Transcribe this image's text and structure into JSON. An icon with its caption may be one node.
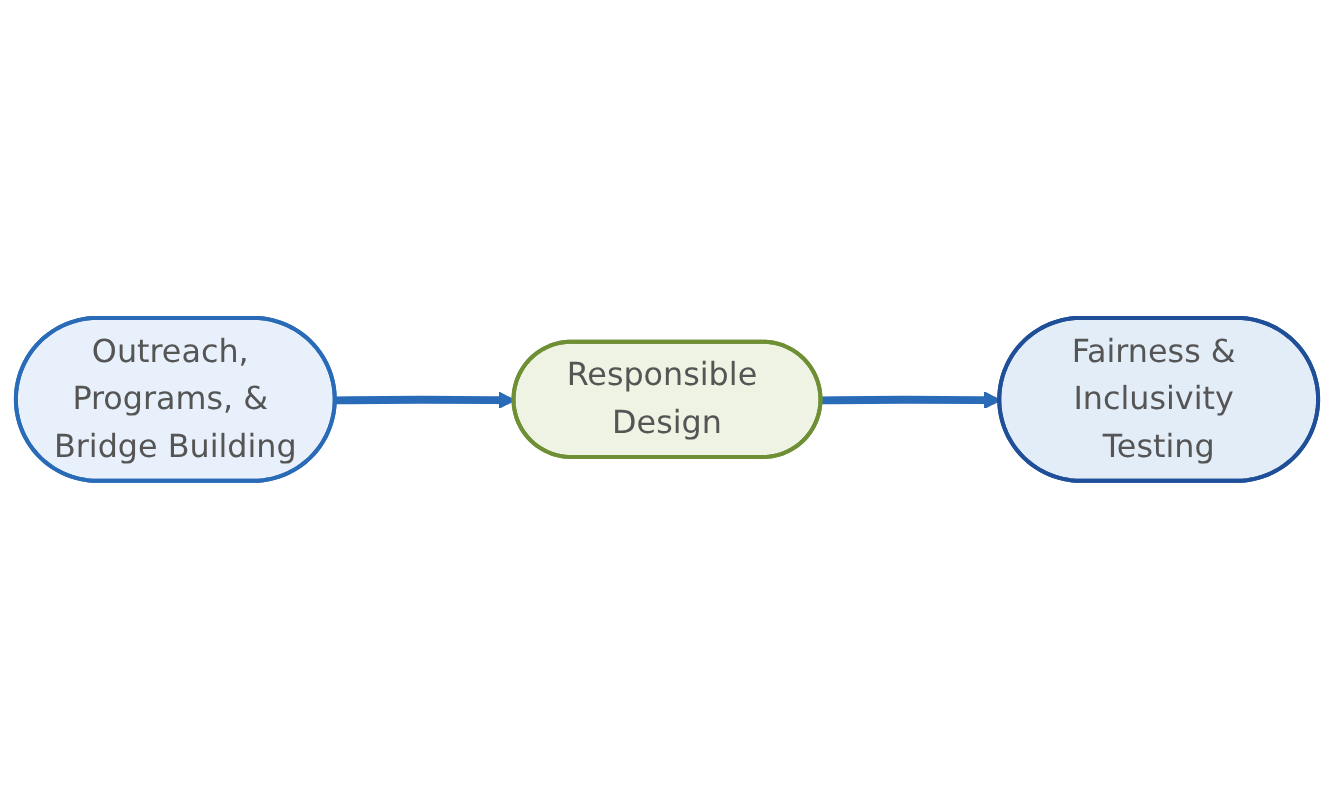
{
  "diagram": {
    "nodes": [
      {
        "text": [
          "Responsible Design"
        ]
      },
      {
        "text": [
          "Fairness & Inclusivity Testing"
        ]
      },
      {
        "text": [
          "Outreach, Programs, & Bridge Building"
        ]
      }
    ],
    "edges": [
      {
        "from": 2,
        "to": 0,
        "arrow": "to"
      },
      {
        "from": 0,
        "to": 1,
        "arrow": "to"
      }
    ]
  }
}
